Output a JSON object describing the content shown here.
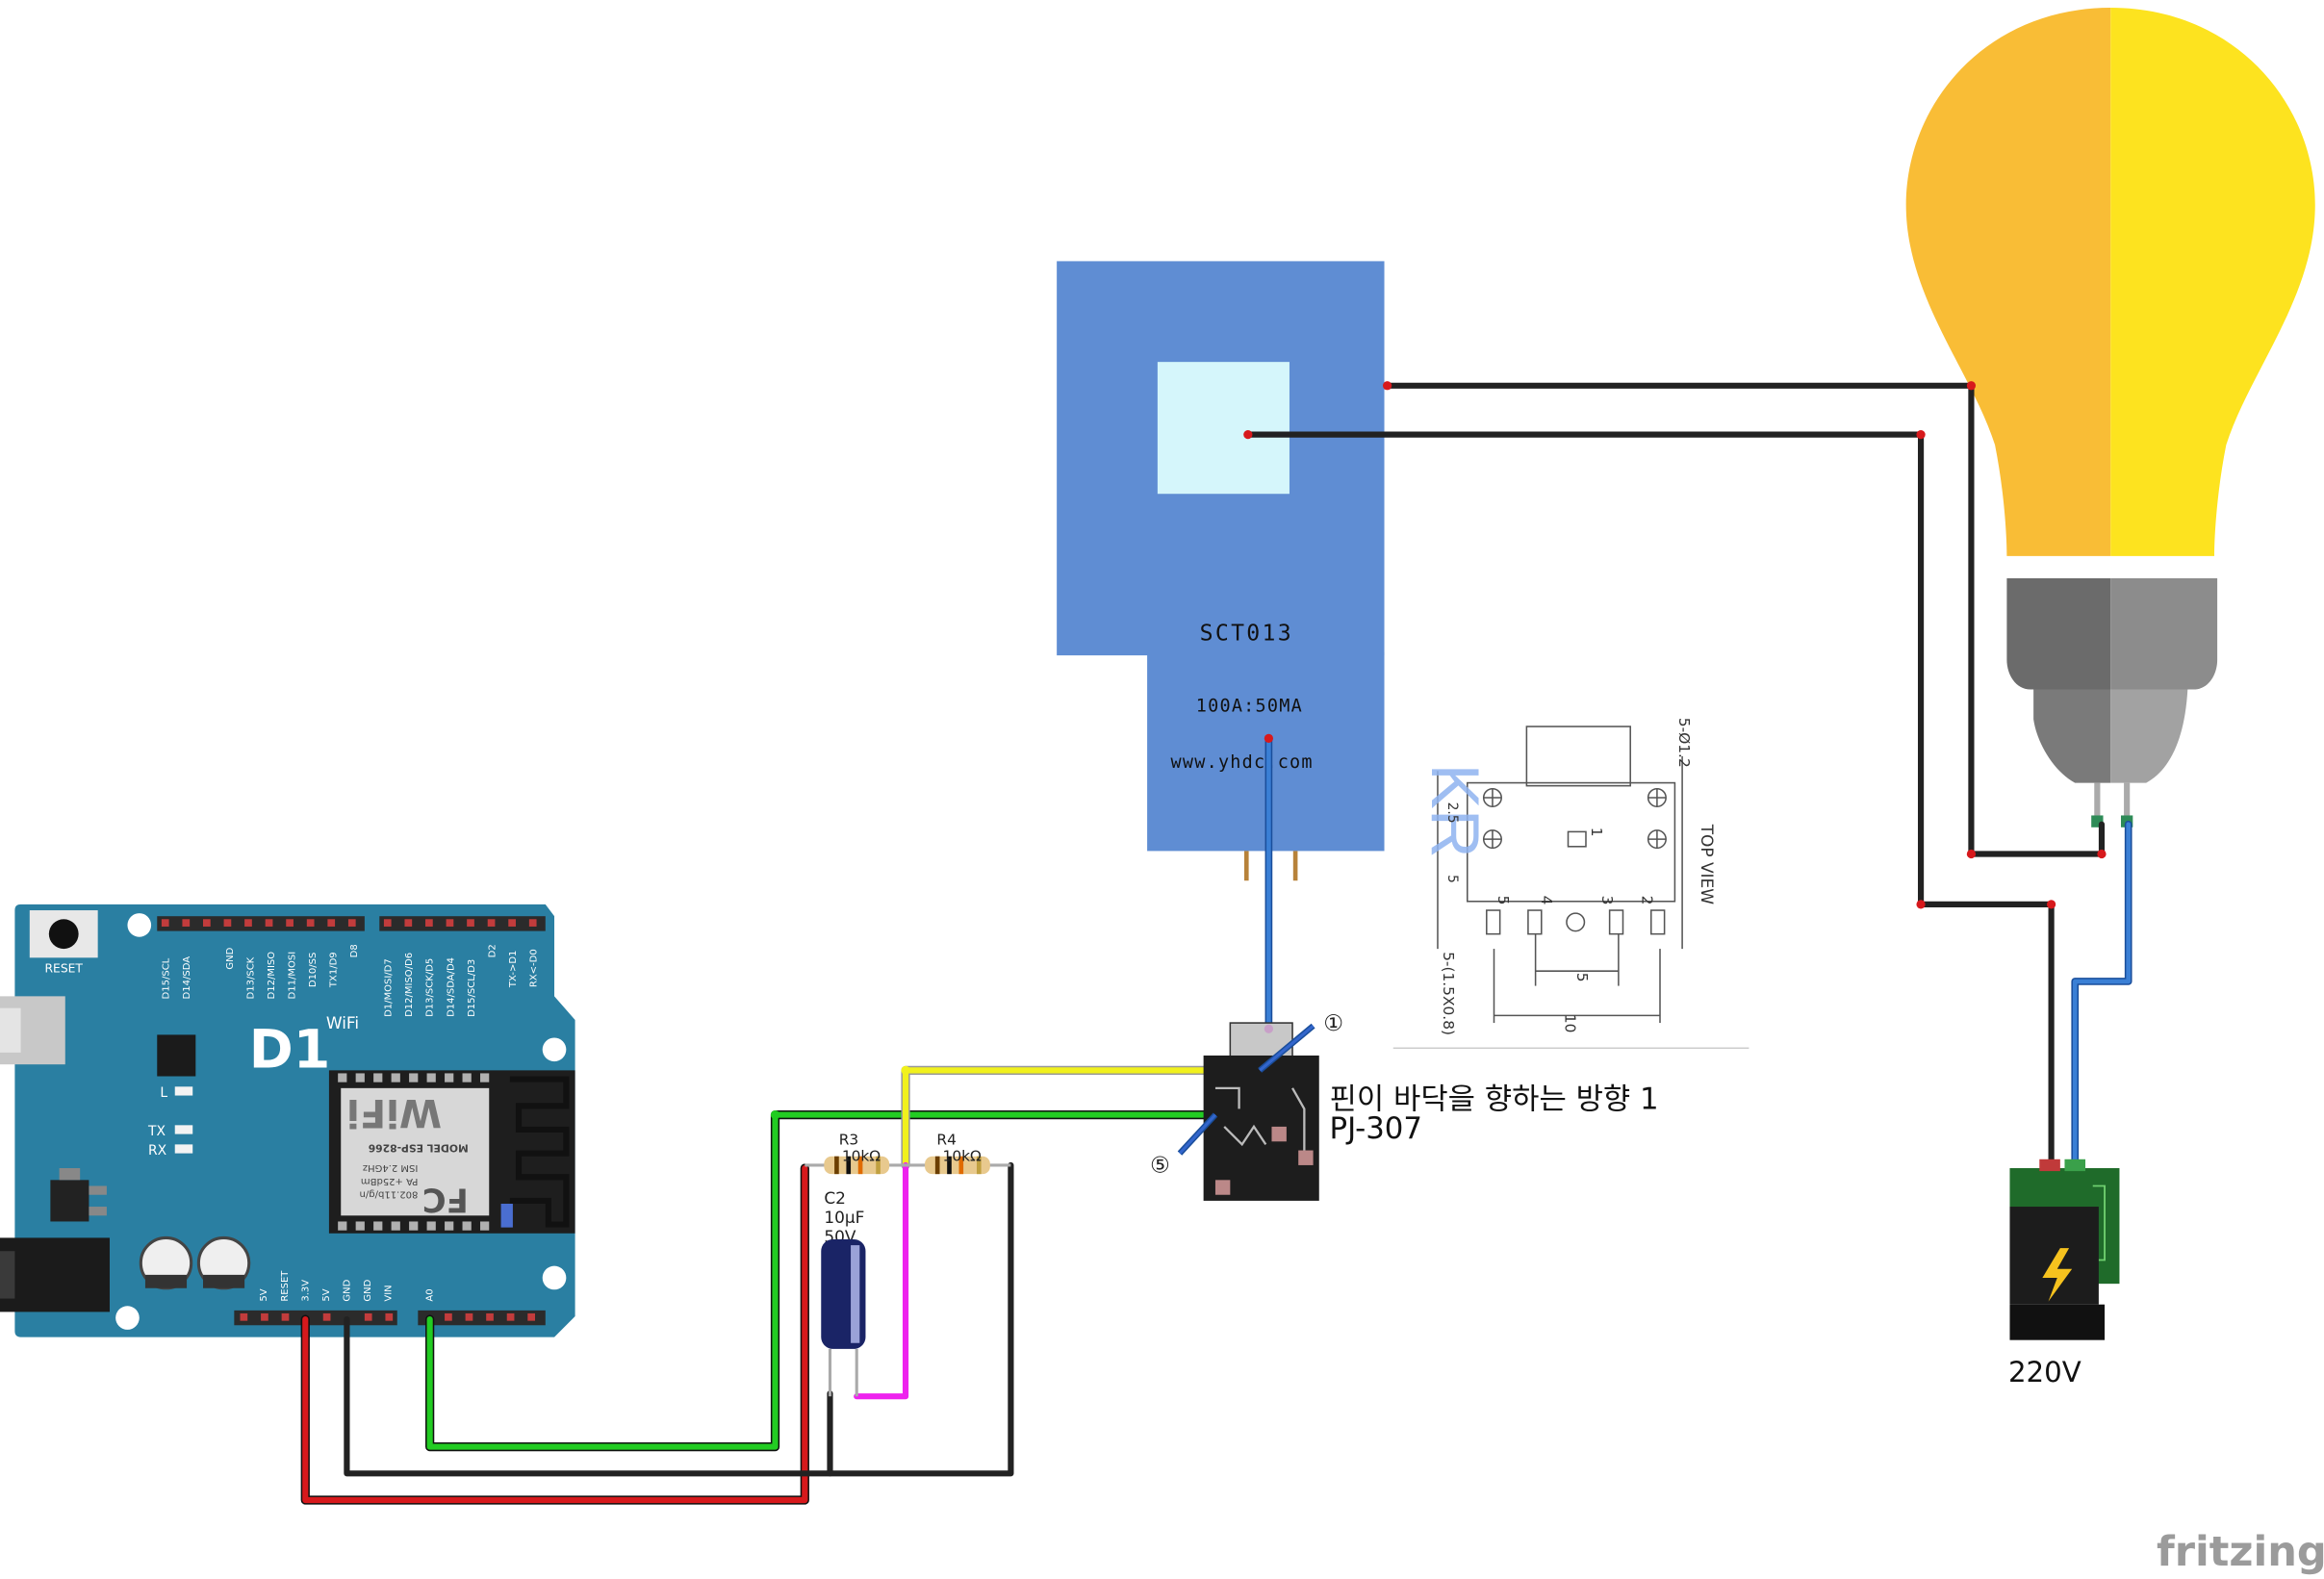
{
  "board": {
    "logo": "D1",
    "wifi_label": "WiFi",
    "reset_label": "RESET",
    "led_l": "L",
    "led_tx": "TX",
    "led_rx": "RX",
    "top_pins": [
      "D15/SCL",
      "D14/SDA",
      "GND",
      "D13/SCK",
      "D12/MISO",
      "D11/MOSI",
      "D10/SS",
      "TX1/D9",
      "D8",
      "D1/MOSI/D7",
      "D12/MISO/D6",
      "D13/SCK/D5",
      "D14/SDA/D4",
      "D15/SCL/D3",
      "D2",
      "TX->D1",
      "RX<-D0"
    ],
    "bottom_pins": [
      "5V",
      "RESET",
      "3.3V",
      "5V",
      "GND",
      "GND",
      "VIN",
      "A0"
    ],
    "module_brand": "FC",
    "module_text": [
      "802.11b/g/n",
      "PA +25dBm",
      "ISM 2.4GHz",
      "MODEL ESP-8266"
    ],
    "module_wifi": "WiFi"
  },
  "sensor": {
    "model": "SCT013",
    "rating": "100A:50MA",
    "url": "www.yhdc.com"
  },
  "resistors": [
    {
      "ref": "R3",
      "value": "10kΩ"
    },
    {
      "ref": "R4",
      "value": "10kΩ"
    }
  ],
  "capacitor": {
    "ref": "C2",
    "value": "10µF",
    "voltage": "50V"
  },
  "jack": {
    "pin1": "①",
    "pin5": "⑤",
    "caption": "핀이 바닥을 향하는 방향 1",
    "model": "PJ-307"
  },
  "datasheet": {
    "top_view": "TOP VIEW",
    "hole_spec": "5-Ø1.2",
    "pad_spec": "5-(1.5X0.8)",
    "dims": [
      "5",
      "10",
      "2.5",
      "5"
    ],
    "pin_numbers": [
      "1",
      "2",
      "3",
      "4",
      "5"
    ],
    "watermark": "KR"
  },
  "power": {
    "label": "220V"
  },
  "watermark": "fritzing",
  "colors": {
    "board": "#2a7fa2",
    "sensor": "#5f8dd3",
    "sensor_window": "#d5f6fb",
    "bulb_left": "#f9bd36",
    "bulb_right": "#fde31f",
    "wire_red": "#d7191c",
    "wire_black": "#222222",
    "wire_green": "#22cc22",
    "wire_yellow": "#f1f11d",
    "wire_magenta": "#ee22ee",
    "wire_blue": "#3a7fd5"
  }
}
